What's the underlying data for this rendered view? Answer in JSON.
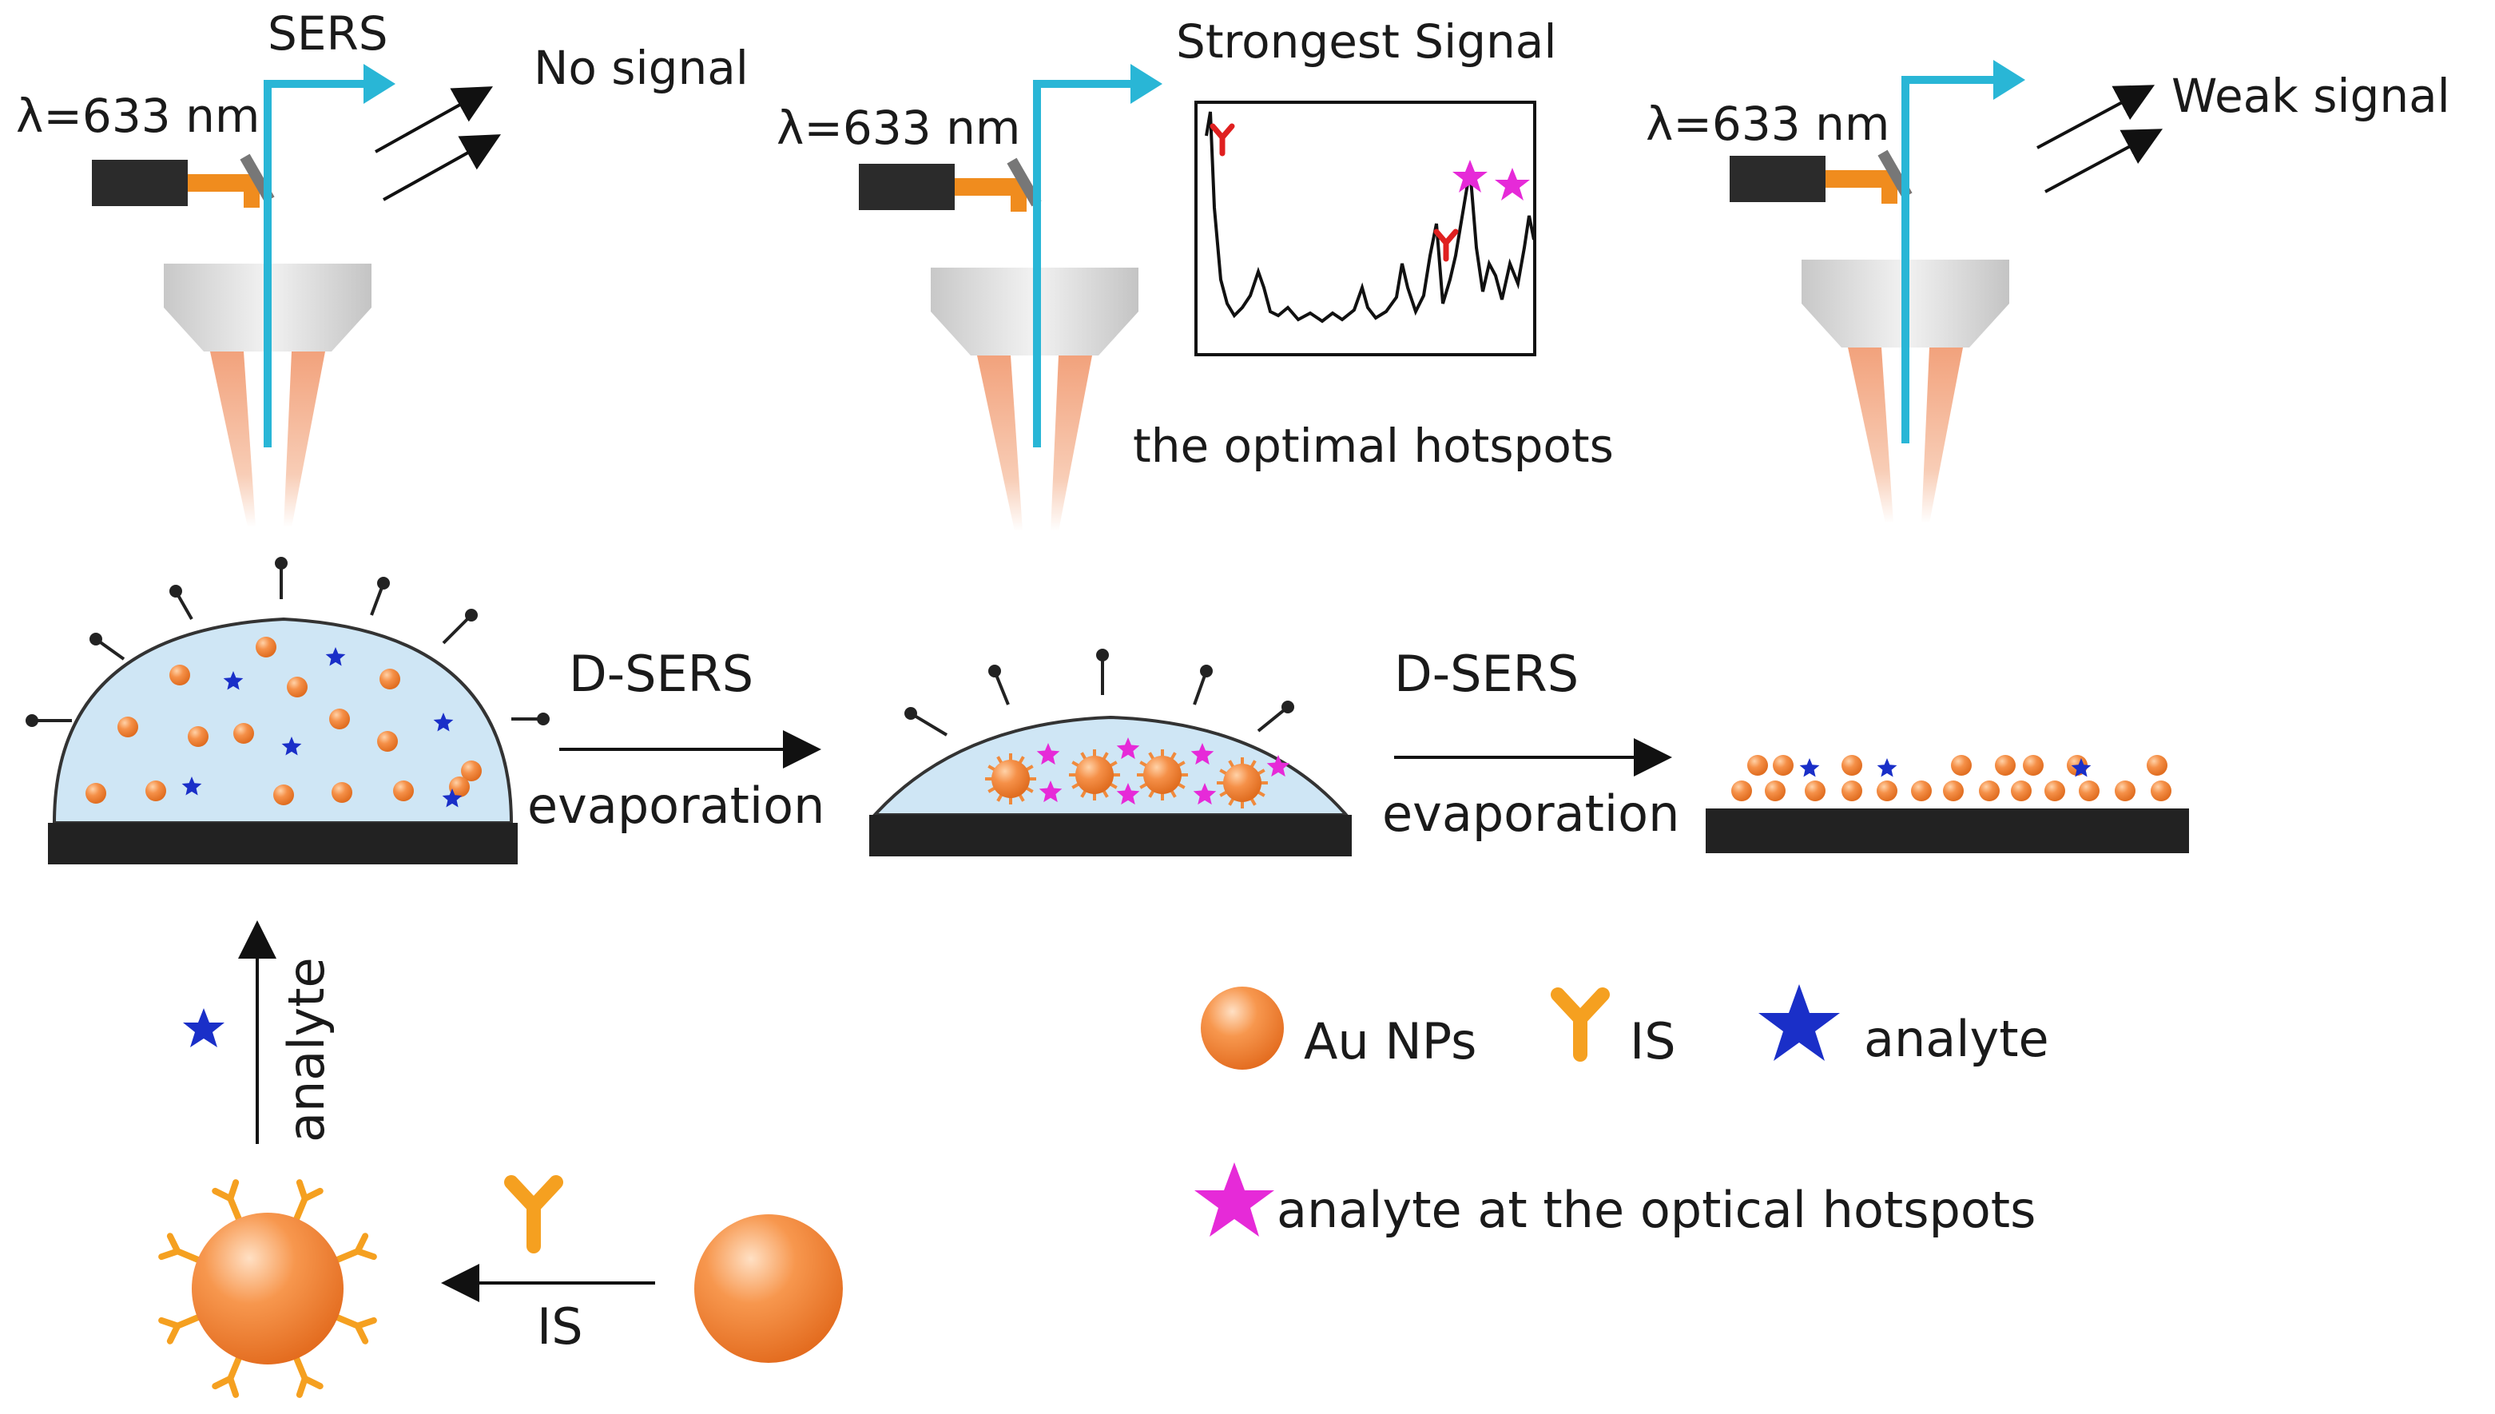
{
  "panels": {
    "left": {
      "title": "SERS",
      "wavelength": "λ=633 nm",
      "result": "No signal"
    },
    "middle": {
      "title": "Strongest  Signal",
      "wavelength": "λ=633 nm",
      "caption": "the optimal hotspots"
    },
    "right": {
      "wavelength": "λ=633 nm",
      "result": "Weak signal"
    }
  },
  "steps": {
    "step1_top": "D-SERS",
    "step1_bottom": "evaporation",
    "step2_top": "D-SERS",
    "step2_bottom": "evaporation",
    "add_analyte": "analyte",
    "add_is": "IS"
  },
  "legend": {
    "au_nps": "Au  NPs",
    "is": "IS",
    "analyte": "analyte",
    "hotspot_analyte": "analyte at the optical hotspots"
  },
  "colors": {
    "au_np": "#f08a3c",
    "is_marker": "#f5a020",
    "analyte_star": "#1a2fc8",
    "hotspot_star": "#e62ad8",
    "beam": "#29b6d6",
    "droplet": "#cfe6f5",
    "substrate": "#222222",
    "spectrum_marker": "#e02020"
  },
  "icons": {
    "laser": "laser-source-icon",
    "objective": "objective-lens-icon",
    "spectrum": "spectrum-inset-icon"
  }
}
